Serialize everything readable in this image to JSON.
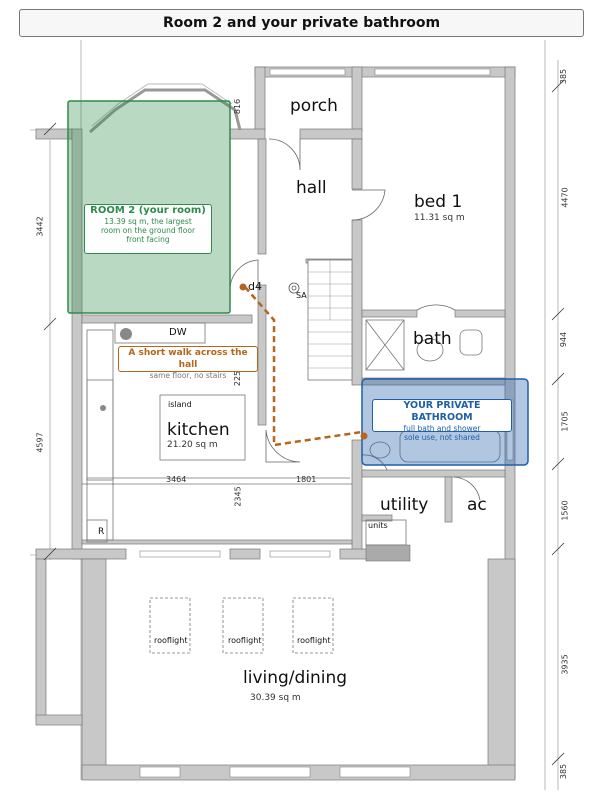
{
  "title": "Room 2 and your private bathroom",
  "rooms": {
    "porch": "porch",
    "hall": "hall",
    "bed1": {
      "name": "bed 1",
      "area": "11.31 sq m"
    },
    "bath": "bath",
    "kitchen": {
      "name": "kitchen",
      "area": "21.20 sq m"
    },
    "island": "island",
    "dw": "DW",
    "r": "R",
    "utility": "utility",
    "ac": "ac",
    "units": "units",
    "living": {
      "name": "living/dining",
      "area": "30.39 sq m"
    },
    "rooflights": [
      "rooflight",
      "rooflight",
      "rooflight"
    ],
    "d4": "d4",
    "sa": "SA"
  },
  "callouts": {
    "room2": {
      "title": "ROOM 2  (your room)",
      "lines": [
        "13.39 sq m, the largest",
        "room on the ground floor",
        "front facing"
      ]
    },
    "walk": {
      "title": "A short walk across the hall",
      "sub": "same floor, no stairs"
    },
    "bathroom": {
      "title": "YOUR PRIVATE BATHROOM",
      "lines": [
        "full bath and shower",
        "sole use, not shared"
      ]
    }
  },
  "dimensions": {
    "left_top": "3442",
    "left_bottom": "4597",
    "bay": "816",
    "kitchen_w": "3464",
    "hall_w": "1801",
    "kitchen_h1": "225",
    "kitchen_h2": "2345",
    "right": [
      "385",
      "4470",
      "944",
      "1705",
      "1560",
      "3935",
      "385"
    ]
  },
  "colors": {
    "room2": "#2e8b4a",
    "bathroom": "#1f5fa8",
    "walk": "#b5661a",
    "wall": "#c8c8c8"
  }
}
